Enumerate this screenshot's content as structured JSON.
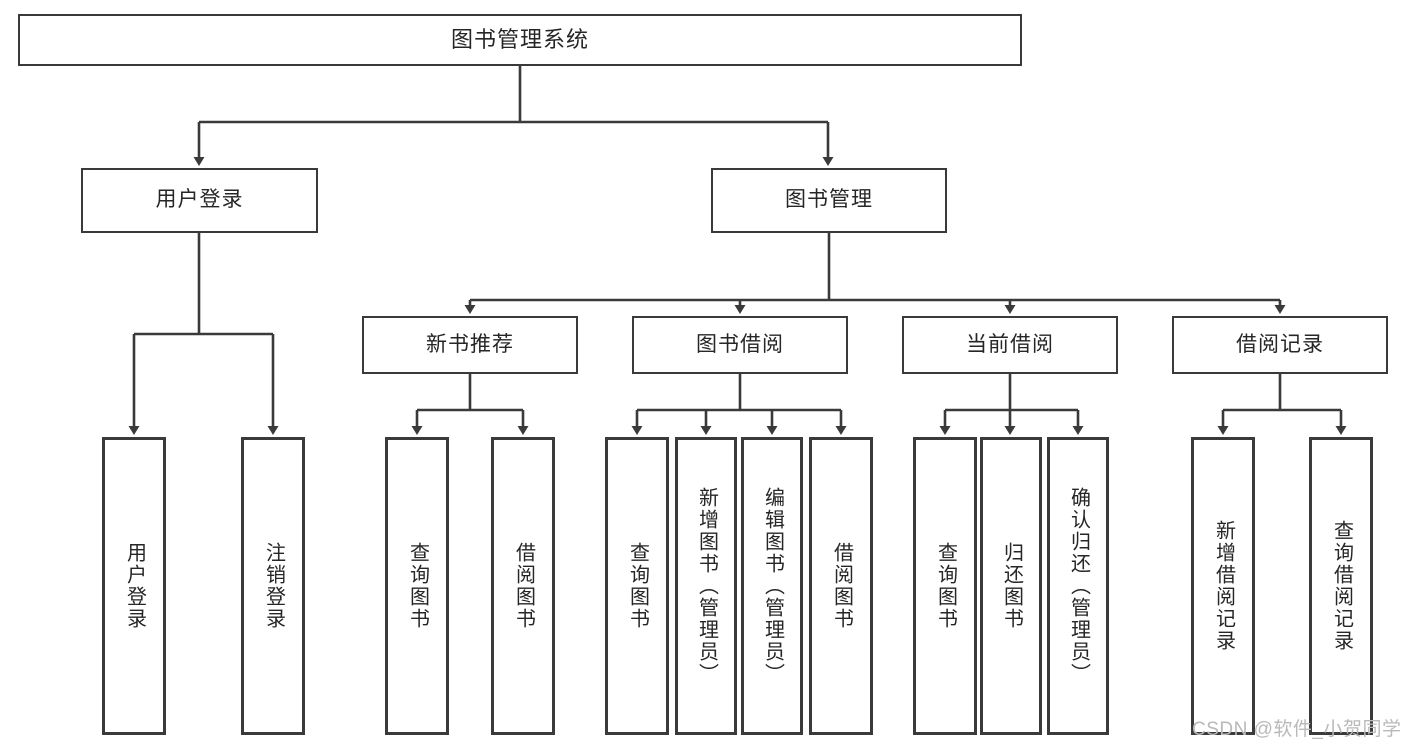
{
  "diagram": {
    "title": "图书管理系统",
    "type": "functional-structure-tree",
    "watermark": "CSDN @软件_小贺同学",
    "colors": {
      "background": "#ffffff",
      "box_border": "#3a3a3a",
      "connector": "#3a3a3a",
      "text": "#262626",
      "watermark": "#b9b9b9"
    },
    "nodes": {
      "root": {
        "label": "图书管理系统",
        "level": 1
      },
      "user_login": {
        "label": "用户登录",
        "level": 2
      },
      "book_manage": {
        "label": "图书管理",
        "level": 2
      },
      "new_book_rec": {
        "label": "新书推荐",
        "level": 3
      },
      "book_borrow": {
        "label": "图书借阅",
        "level": 3
      },
      "current_borrow": {
        "label": "当前借阅",
        "level": 3
      },
      "borrow_record": {
        "label": "借阅记录",
        "level": 3
      },
      "leaf_user_login": {
        "label": "用户登录",
        "level": 4
      },
      "leaf_logout": {
        "label": "注销登录",
        "level": 4
      },
      "leaf_query_book_1": {
        "label": "查询图书",
        "level": 4
      },
      "leaf_borrow_book_1": {
        "label": "借阅图书",
        "level": 4
      },
      "leaf_query_book_2": {
        "label": "查询图书",
        "level": 4
      },
      "leaf_add_book": {
        "label": "新增图书（管理员）",
        "level": 4
      },
      "leaf_edit_book": {
        "label": "编辑图书（管理员）",
        "level": 4
      },
      "leaf_borrow_book_2": {
        "label": "借阅图书",
        "level": 4
      },
      "leaf_query_book_3": {
        "label": "查询图书",
        "level": 4
      },
      "leaf_return_book": {
        "label": "归还图书",
        "level": 4
      },
      "leaf_confirm_return": {
        "label": "确认归还（管理员）",
        "level": 4
      },
      "leaf_add_record": {
        "label": "新增借阅记录",
        "level": 4
      },
      "leaf_query_record": {
        "label": "查询借阅记录",
        "level": 4
      }
    },
    "edges": [
      {
        "from": "root",
        "to": "user_login"
      },
      {
        "from": "root",
        "to": "book_manage"
      },
      {
        "from": "user_login",
        "to": "leaf_user_login"
      },
      {
        "from": "user_login",
        "to": "leaf_logout"
      },
      {
        "from": "book_manage",
        "to": "new_book_rec"
      },
      {
        "from": "book_manage",
        "to": "book_borrow"
      },
      {
        "from": "book_manage",
        "to": "current_borrow"
      },
      {
        "from": "book_manage",
        "to": "borrow_record"
      },
      {
        "from": "new_book_rec",
        "to": "leaf_query_book_1"
      },
      {
        "from": "new_book_rec",
        "to": "leaf_borrow_book_1"
      },
      {
        "from": "book_borrow",
        "to": "leaf_query_book_2"
      },
      {
        "from": "book_borrow",
        "to": "leaf_add_book"
      },
      {
        "from": "book_borrow",
        "to": "leaf_edit_book"
      },
      {
        "from": "book_borrow",
        "to": "leaf_borrow_book_2"
      },
      {
        "from": "current_borrow",
        "to": "leaf_query_book_3"
      },
      {
        "from": "current_borrow",
        "to": "leaf_return_book"
      },
      {
        "from": "current_borrow",
        "to": "leaf_confirm_return"
      },
      {
        "from": "borrow_record",
        "to": "leaf_add_record"
      },
      {
        "from": "borrow_record",
        "to": "leaf_query_record"
      }
    ]
  }
}
